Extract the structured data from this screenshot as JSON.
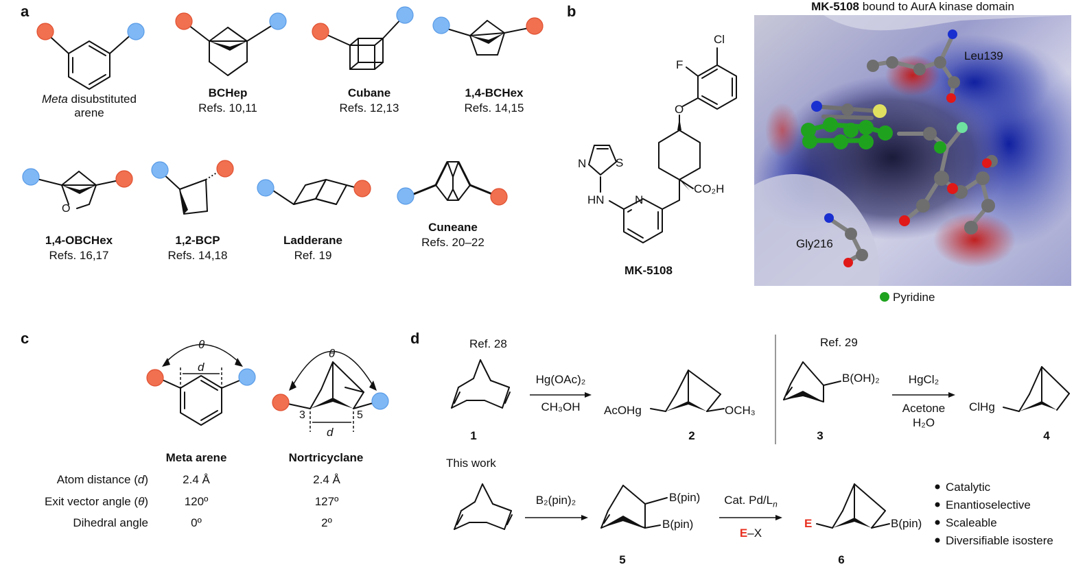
{
  "panel_a": {
    "letter": "a",
    "items": [
      {
        "name_italic": "Meta",
        "name_rest": " disubstituted",
        "line2": "arene"
      },
      {
        "name": "BCHep",
        "refs": "Refs. 10,11"
      },
      {
        "name": "Cubane",
        "refs": "Refs. 12,13"
      },
      {
        "name": "1,4-BCHex",
        "refs": "Refs. 14,15"
      },
      {
        "name": "1,4-OBCHex",
        "refs": "Refs. 16,17"
      },
      {
        "name": "1,2-BCP",
        "refs": "Refs. 14,18"
      },
      {
        "name": "Ladderane",
        "refs": "Ref. 19"
      },
      {
        "name": "Cuneane",
        "refs": "Refs. 20–22"
      }
    ],
    "oxygen_atom": "O"
  },
  "panel_b": {
    "letter": "b",
    "title_bold": "MK-5108",
    "title_rest": " bound to AurA kinase domain",
    "compound_name": "MK-5108",
    "atoms": {
      "cl": "Cl",
      "f": "F",
      "o": "O",
      "s": "S",
      "n1": "N",
      "n2": "N",
      "nh": "HN",
      "co2h": "CO₂H"
    },
    "residues": {
      "leu": "Leu139",
      "gly": "Gly216"
    },
    "legend": "Pyridine",
    "colors": {
      "pyridine": "#1fa31f",
      "carbon": "#6e6e6e",
      "nitrogen": "#1a2fd0",
      "oxygen": "#e01818",
      "sulfur": "#e0e060",
      "fluorine": "#6ee0a0"
    }
  },
  "panel_c": {
    "letter": "c",
    "theta": "θ",
    "d": "d",
    "atom_3": "3",
    "atom_5": "5",
    "col_headers": [
      "Meta arene",
      "Nortricyclane"
    ],
    "rows": [
      {
        "label_pre": "Atom distance (",
        "label_var": "d",
        "label_post": ")",
        "values": [
          "2.4 Å",
          "2.4 Å"
        ]
      },
      {
        "label_pre": "Exit vector angle (",
        "label_var": "θ",
        "label_post": ")",
        "values": [
          "120º",
          "127º"
        ]
      },
      {
        "label_pre": "Dihedral angle",
        "label_var": "",
        "label_post": "",
        "values": [
          "0º",
          "2º"
        ]
      }
    ]
  },
  "panel_d": {
    "letter": "d",
    "ref28": "Ref. 28",
    "ref29": "Ref. 29",
    "this_work": "This work",
    "reagent1_top": "Hg(OAc)₂",
    "reagent1_bottom": "CH₃OH",
    "reagent2_top": "HgCl₂",
    "reagent2_bottom1": "Acetone",
    "reagent2_bottom2": "H₂O",
    "reagent3_top": "B₂(pin)₂",
    "reagent4_top_pre": "Cat. Pd/L",
    "reagent4_top_sub": "n",
    "reagent4_bottom_e": "E",
    "reagent4_bottom_rest": "–X",
    "subst": {
      "acohg": "AcOHg",
      "och3": "OCH₃",
      "boh2": "B(OH)₂",
      "clhg": "ClHg",
      "bpin": "B(pin)",
      "e": "E"
    },
    "compound_numbers": [
      "1",
      "2",
      "3",
      "4",
      "5",
      "6"
    ],
    "bullets": [
      "Catalytic",
      "Enantioselective",
      "Scaleable",
      "Diversifiable isostere"
    ]
  }
}
